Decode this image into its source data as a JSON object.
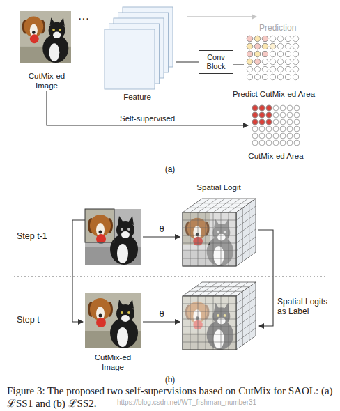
{
  "diagram": {
    "caption": "Figure 3: The proposed two self-supervisions based on CutMix for SAOL: (a) ℒSS1 and (b) ℒSS2.",
    "nodes": [
      {
        "text": [
          "CutMix-ed Image"
        ]
      },
      {
        "text": [
          "Feature"
        ]
      },
      {
        "text": [
          "Conv Block"
        ]
      },
      {
        "text": [
          "Predict CutMix-ed Area"
        ]
      },
      {
        "text": [
          "CutMix-ed Area"
        ]
      },
      {
        "text": [
          "Spatial Logit"
        ]
      },
      {
        "text": [
          "CutMix-ed Image"
        ]
      }
    ],
    "edges": [
      {
        "from": 1,
        "to": 2,
        "arrow": "none"
      },
      {
        "from": 2,
        "to": 3,
        "arrow": "none"
      },
      {
        "from": 0,
        "to": 4,
        "label": "Self-supervised",
        "arrow": "to"
      }
    ],
    "labels": [
      "···",
      "Prediction",
      "(a)",
      "Step t-1",
      "θ",
      "Spatial Logits as Label",
      "Step t",
      "θ",
      "(b)",
      "https://blog.csdn.net/WT_frshman_number31"
    ]
  }
}
